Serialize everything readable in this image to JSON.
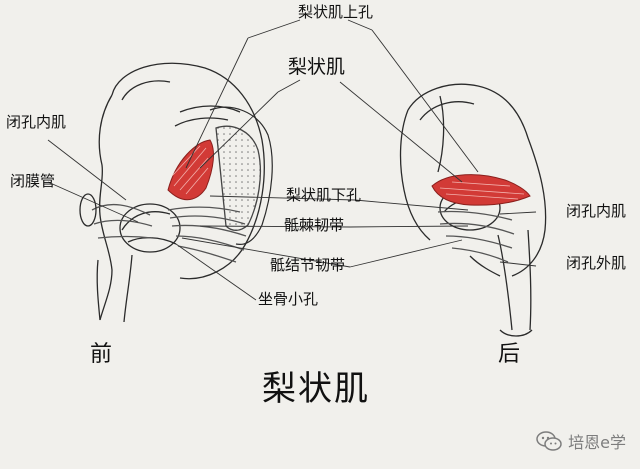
{
  "title": "梨状肌",
  "views": {
    "front": "前",
    "back": "后"
  },
  "labels": {
    "suprapiriform_foramen": "梨状肌上孔",
    "piriformis": "梨状肌",
    "obturator_internus_left": "闭孔内肌",
    "obturator_canal": "闭膜管",
    "infrapiriform_foramen": "梨状肌下孔",
    "sacrospinous_ligament": "骶棘韧带",
    "sacrotuberous_ligament": "骶结节韧带",
    "lesser_sciatic_foramen": "坐骨小孔",
    "obturator_internus_right": "闭孔内肌",
    "obturator_externus": "闭孔外肌"
  },
  "watermark": {
    "text": "培恩e学",
    "icon": "wechat-icon"
  },
  "colors": {
    "muscle": "#d23a36",
    "ink": "#2b2b2b",
    "background": "#f1f0ec"
  }
}
